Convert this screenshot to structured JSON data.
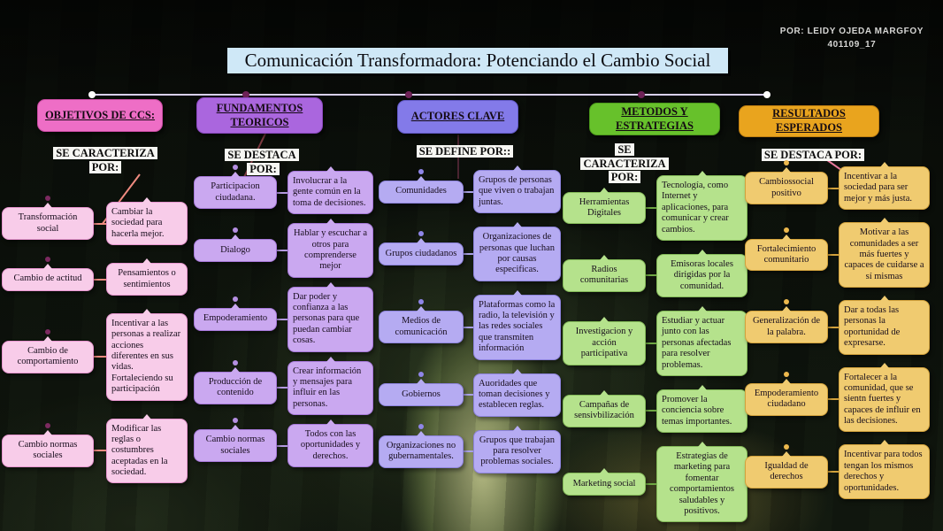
{
  "meta": {
    "author_line1": "POR: LEIDY OJEDA MARGFOY",
    "author_line2": "401109_17"
  },
  "title": "Comunicación Transformadora: Potenciando el Cambio Social",
  "palette": {
    "title_bg": "#cfe8f7",
    "timeline": "#d9d0f2",
    "timeline_dot_light": "#ffffff",
    "timeline_dot_dark": "#6e2257"
  },
  "columns": [
    {
      "header": "OBJETIVOS DE CCS:",
      "sublabel": "SE CARACTERIZA POR:",
      "colors": {
        "header_bg": "#ee6ec6",
        "box_bg": "#f8cce9",
        "box_border": "#e795cf",
        "connector": "#ef8b80",
        "dot": "#7c2a60"
      },
      "pairs": [
        {
          "topic": "Transformación social",
          "detail": "Cambiar la sociedad para hacerla mejor."
        },
        {
          "topic": "Cambio de actitud",
          "detail": "Pensamientos o sentimientos"
        },
        {
          "topic": "Cambio de comportamiento",
          "detail": "Incentivar a las personas a realizar acciones diferentes en sus vidas. Fortaleciendo su participación"
        },
        {
          "topic": "Cambio normas sociales",
          "detail": "Modificar las reglas o costumbres aceptadas en la sociedad."
        }
      ]
    },
    {
      "header": "FUNDAMENTOS TEORICOS",
      "sublabel": "SE DESTACA POR:",
      "colors": {
        "header_bg": "#aa66de",
        "box_bg": "#caa8f0",
        "box_border": "#a678d9",
        "connector": "#b49ae0",
        "dot": "#b58fe2"
      },
      "pairs": [
        {
          "topic": "Participacion ciudadana.",
          "detail": "Involucrar a la gente común en la toma de decisiones."
        },
        {
          "topic": "Dialogo",
          "detail": "Hablar y escuchar a otros para comprenderse mejor"
        },
        {
          "topic": "Empoderamiento",
          "detail": "Dar poder y confianza a las personas para que puedan cambiar cosas."
        },
        {
          "topic": "Producción de contenido",
          "detail": "Crear información y mensajes para influir en las personas."
        },
        {
          "topic": "Cambio normas sociales",
          "detail": "Todos  con las oportunidades y derechos."
        }
      ]
    },
    {
      "header": "ACTORES CLAVE",
      "sublabel": "SE DEFINE POR::",
      "colors": {
        "header_bg": "#837ae9",
        "box_bg": "#b5abf2",
        "box_border": "#8d83dc",
        "connector": "#a9a2e6",
        "dot": "#8f85e8"
      },
      "pairs": [
        {
          "topic": "Comunidades",
          "detail": "Grupos de personas que viven o trabajan juntas."
        },
        {
          "topic": "Grupos ciudadanos",
          "detail": "Organizaciones de personas que luchan por causas especificas."
        },
        {
          "topic": "Medios de comunicación",
          "detail": "Plataformas como la radio, la televisión y las redes sociales que transmiten información"
        },
        {
          "topic": "Gobiernos",
          "detail": "Auoridades que toman decisiones y establecen reglas."
        },
        {
          "topic": "Organizaciones no gubernamentales.",
          "detail": "Grupos que trabajan para resolver problemas sociales."
        }
      ]
    },
    {
      "header": "METODOS Y ESTRATEGIAS",
      "sublabel": "SE CARACTERIZA POR:",
      "colors": {
        "header_bg": "#67c12b",
        "box_bg": "#b5e28c",
        "box_border": "#83b958",
        "connector": "#6fa844",
        "dot": "#8ecb5a"
      },
      "pairs": [
        {
          "topic": "Herramientas Digitales",
          "detail": "Tecnología, como Internet y aplicaciones, para comunicar y crear cambios."
        },
        {
          "topic": "Radios comunitarias",
          "detail": "Emisoras locales dirigidas por la comunidad."
        },
        {
          "topic": "Investigacion y acción participativa",
          "detail": "Estudiar y actuar junto con las personas afectadas para resolver problemas."
        },
        {
          "topic": "Campañas de sensivbilización",
          "detail": "Promover la conciencia sobre temas importantes."
        },
        {
          "topic": "Marketing social",
          "detail": "Estrategias de marketing para fomentar comportamientos saludables y positivos."
        }
      ]
    },
    {
      "header": "RESULTADOS ESPERADOS",
      "sublabel": "SE DESTACA POR:",
      "colors": {
        "header_bg": "#e9a41e",
        "box_bg": "#f0cb70",
        "box_border": "#d2a23c",
        "connector": "#d2a23c",
        "dot": "#ecb84d"
      },
      "pairs": [
        {
          "topic": "Cambiossocial positivo",
          "detail": "Incentivar a la sociedad para ser mejor y más justa."
        },
        {
          "topic": "Fortalecimiento comunitario",
          "detail": "Motivar a las comunidades a ser más fuertes y capaces de cuidarse a sí mismas"
        },
        {
          "topic": "Generalización de la palabra.",
          "detail": "Dar a todas las personas la oportunidad de expresarse."
        },
        {
          "topic": "Empoderamiento ciudadano",
          "detail": "Fortalecer a la comunidad,  que se sientn fuertes y capaces de influir en las decisiones."
        },
        {
          "topic": "Igualdad de derechos",
          "detail": "Incentivar para todos tengan los mismos derechos y oportunidades."
        }
      ]
    }
  ]
}
